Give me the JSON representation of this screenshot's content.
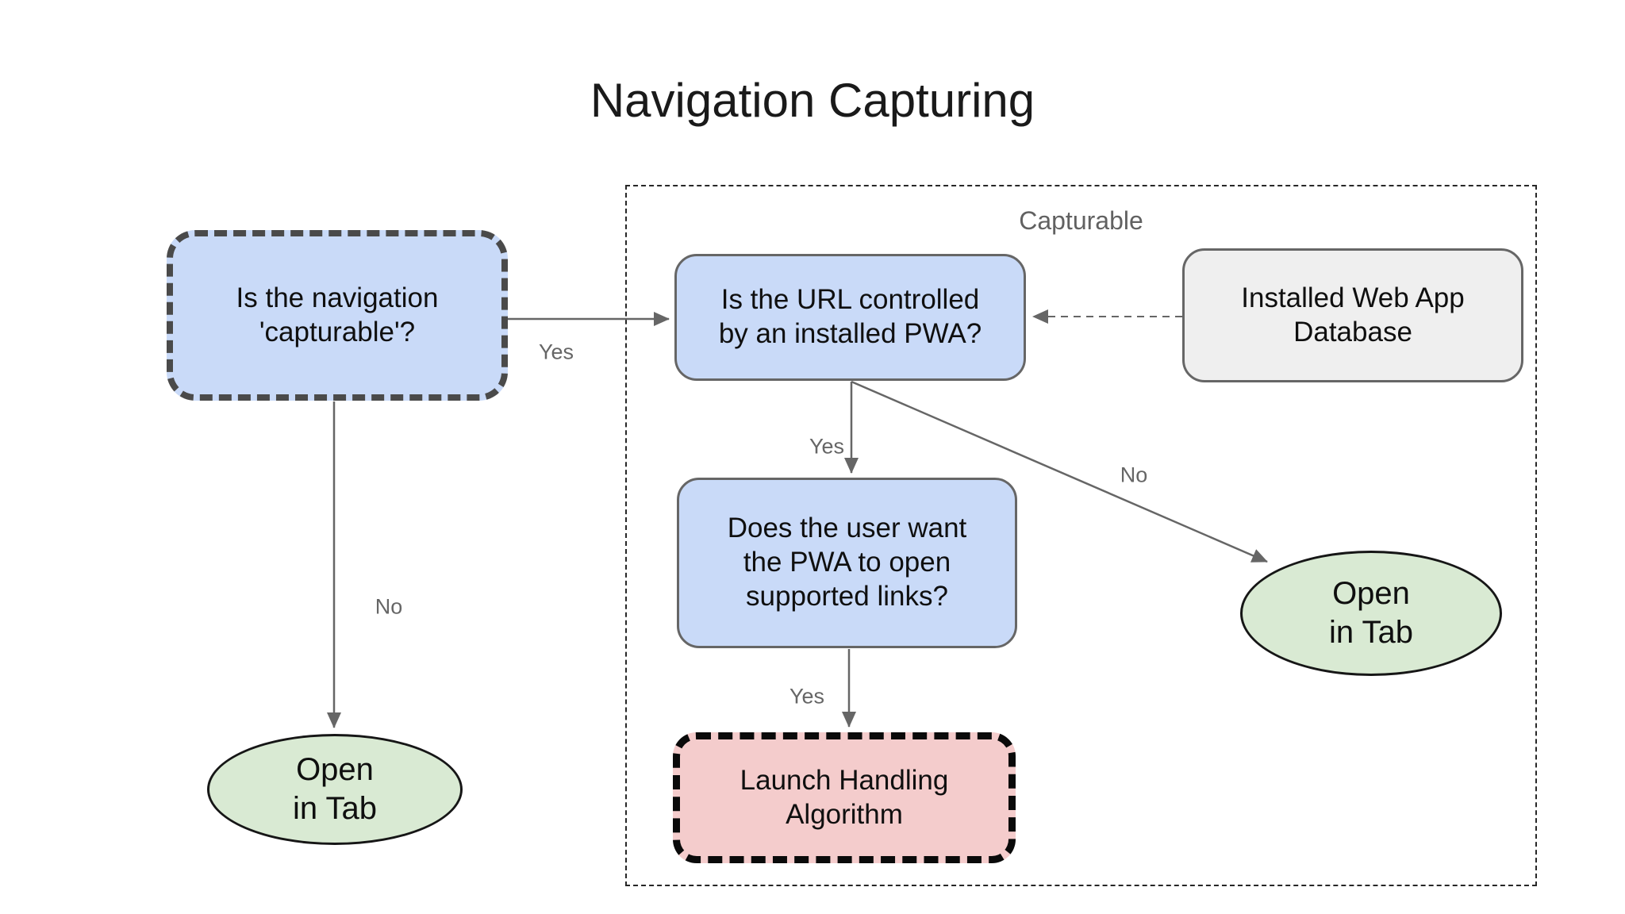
{
  "title": "Navigation Capturing",
  "group": {
    "label": "Capturable"
  },
  "nodes": {
    "navCapturable": {
      "text": "Is the navigation\n'capturable'?",
      "fill": "#c9daf8"
    },
    "urlControlled": {
      "text": "Is the URL controlled\nby an installed PWA?",
      "fill": "#c9daf8"
    },
    "webAppDb": {
      "text": "Installed Web App\nDatabase",
      "fill": "#efefef"
    },
    "userWantsLinks": {
      "text": "Does the user want\nthe PWA to open\nsupported links?",
      "fill": "#c9daf8"
    },
    "launchHandling": {
      "text": "Launch Handling\nAlgorithm",
      "fill": "#f4cccc"
    },
    "openInTabLeft": {
      "text": "Open\nin Tab",
      "fill": "#d9ead3"
    },
    "openInTabRight": {
      "text": "Open\nin Tab",
      "fill": "#d9ead3"
    }
  },
  "edges": {
    "navYes": {
      "label": "Yes"
    },
    "navNo": {
      "label": "No"
    },
    "urlYes": {
      "label": "Yes"
    },
    "urlNo": {
      "label": "No"
    },
    "userYes": {
      "label": "Yes"
    }
  },
  "colors": {
    "questionNode": "#c9daf8",
    "terminalNode": "#d9ead3",
    "algorithmNode": "#f4cccc",
    "dataNode": "#efefef",
    "arrow": "#666666",
    "edgeLabel": "#666666",
    "groupBorder": "#272727"
  }
}
